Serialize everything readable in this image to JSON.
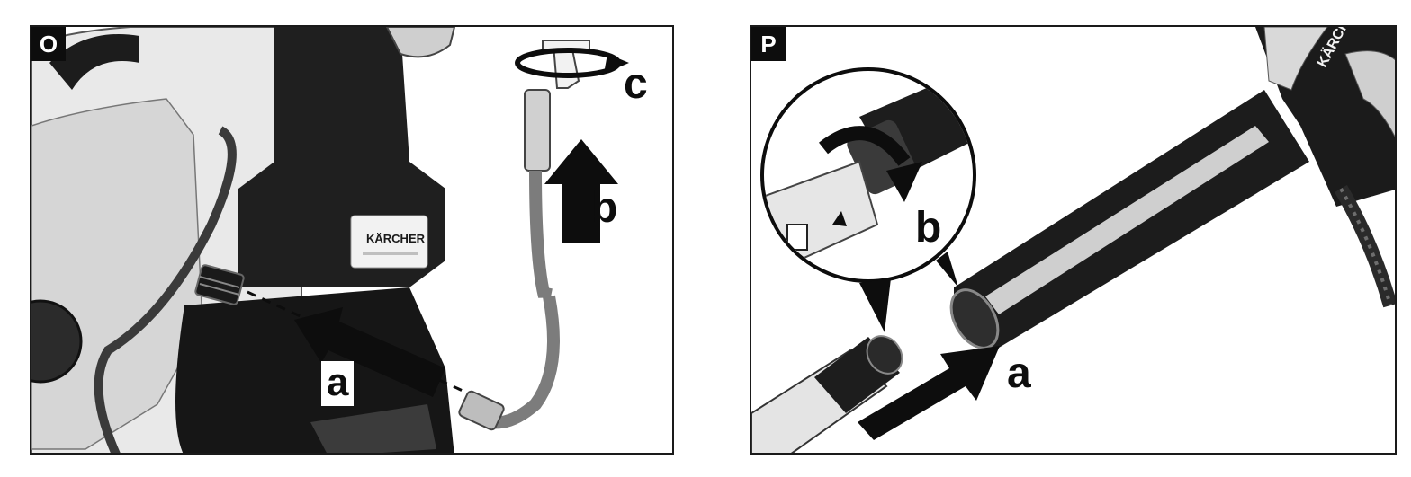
{
  "panels": [
    {
      "label": "O",
      "brand": "KÄRCHER",
      "callouts": {
        "a": "a",
        "b": "b",
        "c": "c"
      }
    },
    {
      "label": "P",
      "brand": "KÄRCHER",
      "callouts": {
        "a": "a",
        "b": "b"
      }
    }
  ],
  "colors": {
    "ink": "#0d0d0d",
    "body_light": "#e6e6e6",
    "body_mid": "#b4b4b4",
    "body_dark": "#2a2a2a",
    "hose": "#8a8a8a"
  }
}
